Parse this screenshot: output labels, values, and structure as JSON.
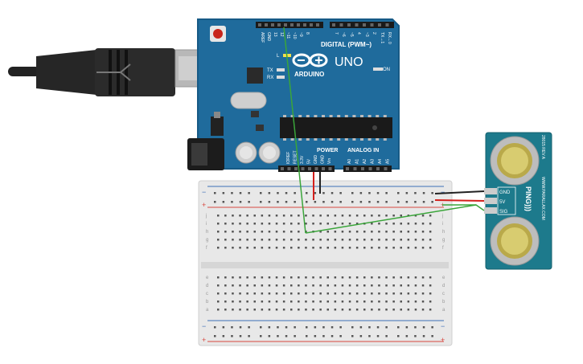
{
  "arduino": {
    "logo_text": "ARDUINO",
    "model": "UNO",
    "digital_header": "DIGITAL (PWM~)",
    "power_header": "POWER",
    "analog_header": "ANALOG IN",
    "led_l": "L",
    "led_tx": "TX",
    "led_rx": "RX",
    "on_label": "ON",
    "top_pins": [
      "AREF",
      "GND",
      "13",
      "12",
      "~11",
      "~10",
      "~9",
      "8",
      "7",
      "~6",
      "~5",
      "4",
      "~3",
      "2",
      "TX→1",
      "RX←0"
    ],
    "power_pins": [
      "IOREF",
      "RESET",
      "3.3V",
      "5V",
      "GND",
      "GND",
      "Vin"
    ],
    "analog_pins": [
      "A0",
      "A1",
      "A2",
      "A3",
      "A4",
      "A5"
    ]
  },
  "breadboard": {
    "row_letters_top": [
      "j",
      "i",
      "h",
      "g",
      "f"
    ],
    "row_letters_bottom": [
      "e",
      "d",
      "c",
      "b",
      "a"
    ],
    "plus_sign": "+",
    "minus_sign": "−"
  },
  "sensor": {
    "brand": "PING)))",
    "pins": [
      "GND",
      "5V",
      "SIG"
    ],
    "side_text": "WWW.PARALLAX.COM",
    "part_number": "28015 REV A"
  },
  "colors": {
    "board": "#1f6b9c",
    "board_edge": "#175a86",
    "sensor_board": "#1d7a8c",
    "wire_red": "#d4201c",
    "wire_black": "#222222",
    "wire_green": "#3aa53a",
    "rail_red": "#d8473f",
    "rail_blue": "#3d6fb6"
  }
}
